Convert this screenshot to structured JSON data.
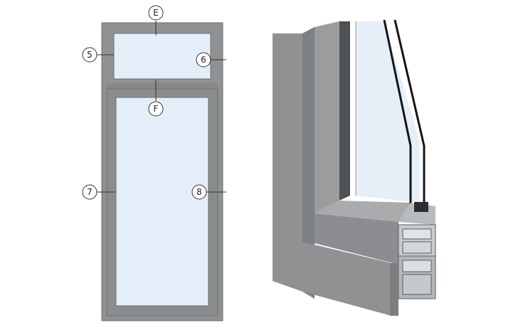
{
  "colors": {
    "frame": "#8f9193",
    "frame_dark": "#7c7e80",
    "frame_edge": "#6e7072",
    "glass": "#e4eef8",
    "profile_light": "#c9ccce",
    "profile_mid": "#a7aaad",
    "profile_dark": "#5b5e61",
    "callout_line": "#333333"
  },
  "callouts": [
    {
      "id": "E",
      "label": "E"
    },
    {
      "id": "5",
      "label": "5"
    },
    {
      "id": "6",
      "label": "6"
    },
    {
      "id": "F",
      "label": "F"
    },
    {
      "id": "7",
      "label": "7"
    },
    {
      "id": "8",
      "label": "8"
    }
  ]
}
